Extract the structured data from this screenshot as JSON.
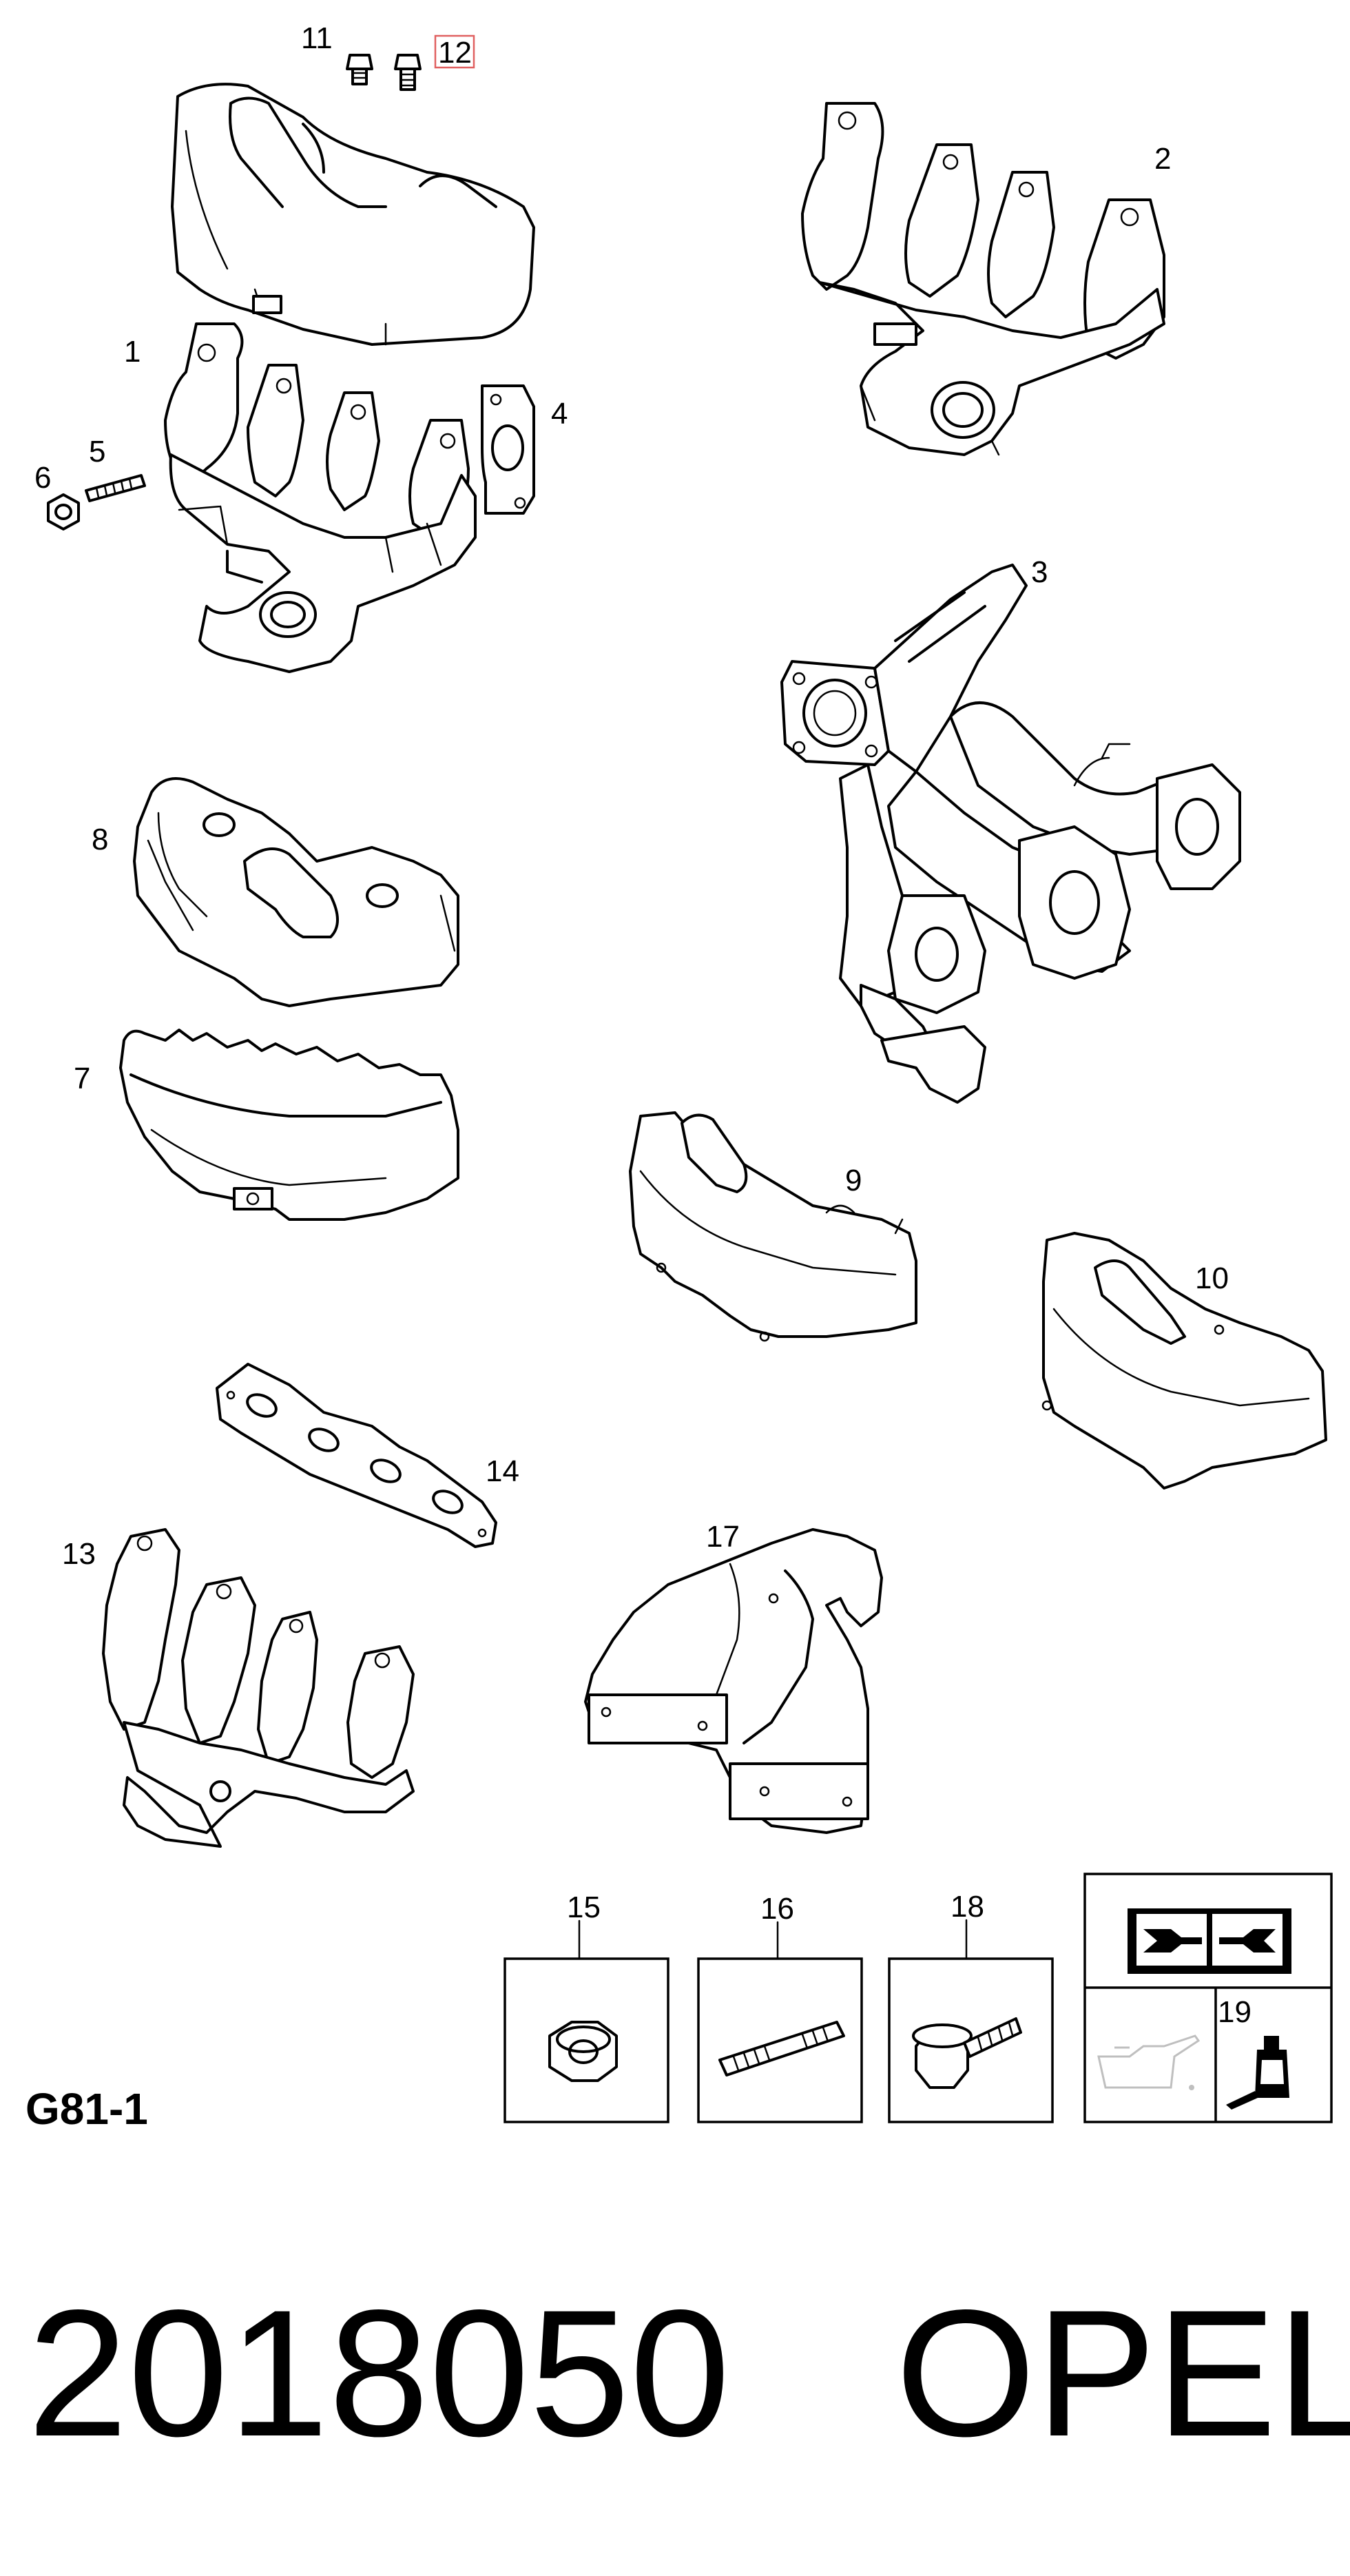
{
  "callouts": {
    "c1": "1",
    "c2": "2",
    "c3": "3",
    "c4": "4",
    "c5": "5",
    "c6": "6",
    "c7": "7",
    "c8": "8",
    "c9": "9",
    "c10": "10",
    "c11": "11",
    "c12": "12",
    "c13": "13",
    "c14": "14",
    "c15": "15",
    "c16": "16",
    "c17": "17",
    "c18": "18",
    "c19": "19"
  },
  "sheet_code": "G81-1",
  "part_number": "2018050",
  "brand": "OPEL"
}
